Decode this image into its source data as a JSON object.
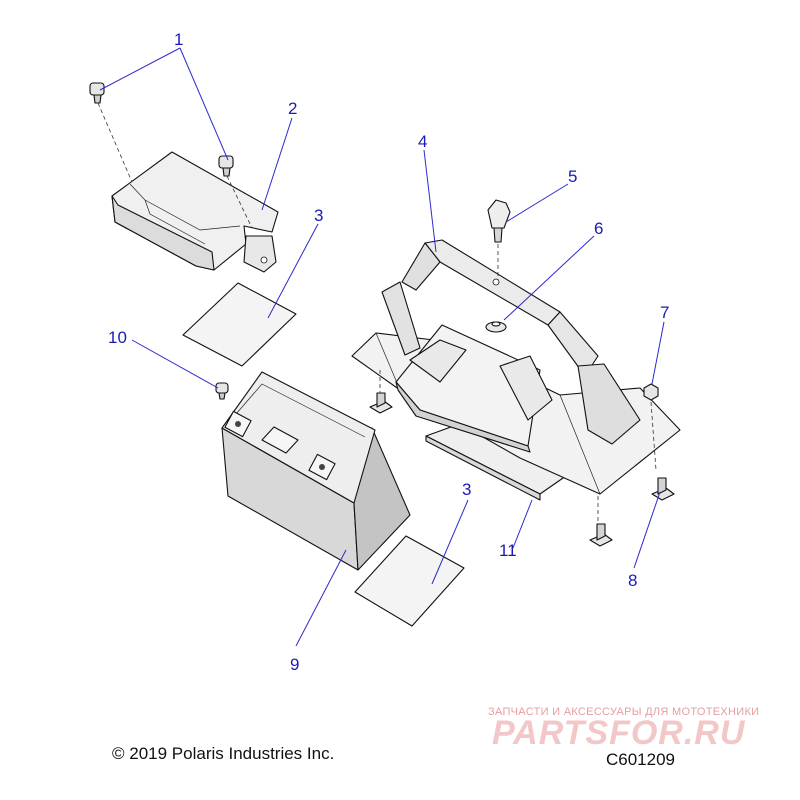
{
  "callouts": [
    {
      "id": "callout-1",
      "text": "1"
    },
    {
      "id": "callout-2",
      "text": "2"
    },
    {
      "id": "callout-3a",
      "text": "3"
    },
    {
      "id": "callout-3b",
      "text": "3"
    },
    {
      "id": "callout-4",
      "text": "4"
    },
    {
      "id": "callout-5",
      "text": "5"
    },
    {
      "id": "callout-6",
      "text": "6"
    },
    {
      "id": "callout-7",
      "text": "7"
    },
    {
      "id": "callout-8",
      "text": "8"
    },
    {
      "id": "callout-9",
      "text": "9"
    },
    {
      "id": "callout-10",
      "text": "10"
    },
    {
      "id": "callout-11",
      "text": "11"
    }
  ],
  "footer": {
    "copyright": "© 2019 Polaris Industries Inc.",
    "diagram_code": "C601209"
  },
  "watermark": {
    "tagline": "ЗАПЧАСТИ И АКСЕССУАРЫ ДЛЯ МОТОТЕХНИКИ",
    "logo": "PARTSFOR.RU"
  },
  "colors": {
    "callout": "#1a1ab8",
    "part_fill": "#f2f2f2",
    "part_shade": "#d6d6d6",
    "watermark": "#f3c7c7"
  }
}
